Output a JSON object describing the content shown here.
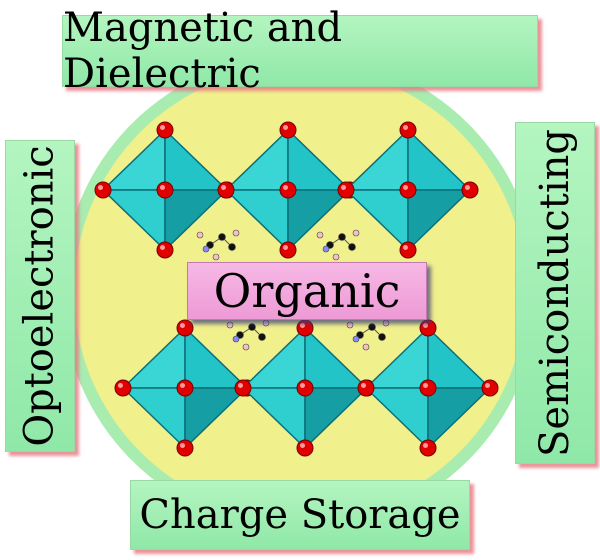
{
  "labels": {
    "top": "Magnetic and Dielectric",
    "left": "Optoelectronic",
    "right": "Semiconducting",
    "bottom": "Charge Storage",
    "center": "Organic"
  },
  "colors": {
    "circle_fill": "#f0f08c",
    "circle_ring": "#a8ecb0",
    "octahedron": "#1fc8c8",
    "oxygen": "#e00000",
    "box_green": "#9ff0b0",
    "box_pink": "#f2a8dc"
  }
}
